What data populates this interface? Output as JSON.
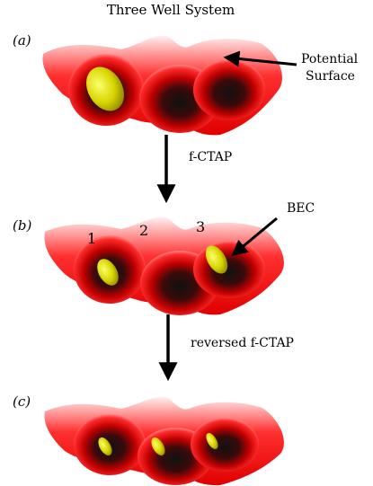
{
  "title": "Three Well System",
  "panel_labels": {
    "a": "(a)",
    "b": "(b)",
    "c": "(c)"
  },
  "annotations": {
    "potential_line1": "Potential",
    "potential_line2": "Surface",
    "bec": "BEC",
    "step1": "f-CTAP",
    "step2": "reversed f-CTAP"
  },
  "well_numbers": [
    "1",
    "2",
    "3"
  ],
  "colors": {
    "surface": "#e80000",
    "surface_light": "#ffd6d6",
    "well_dark": "#111111",
    "bec": "#d8d400",
    "arrow": "#000000",
    "text": "#000000"
  }
}
